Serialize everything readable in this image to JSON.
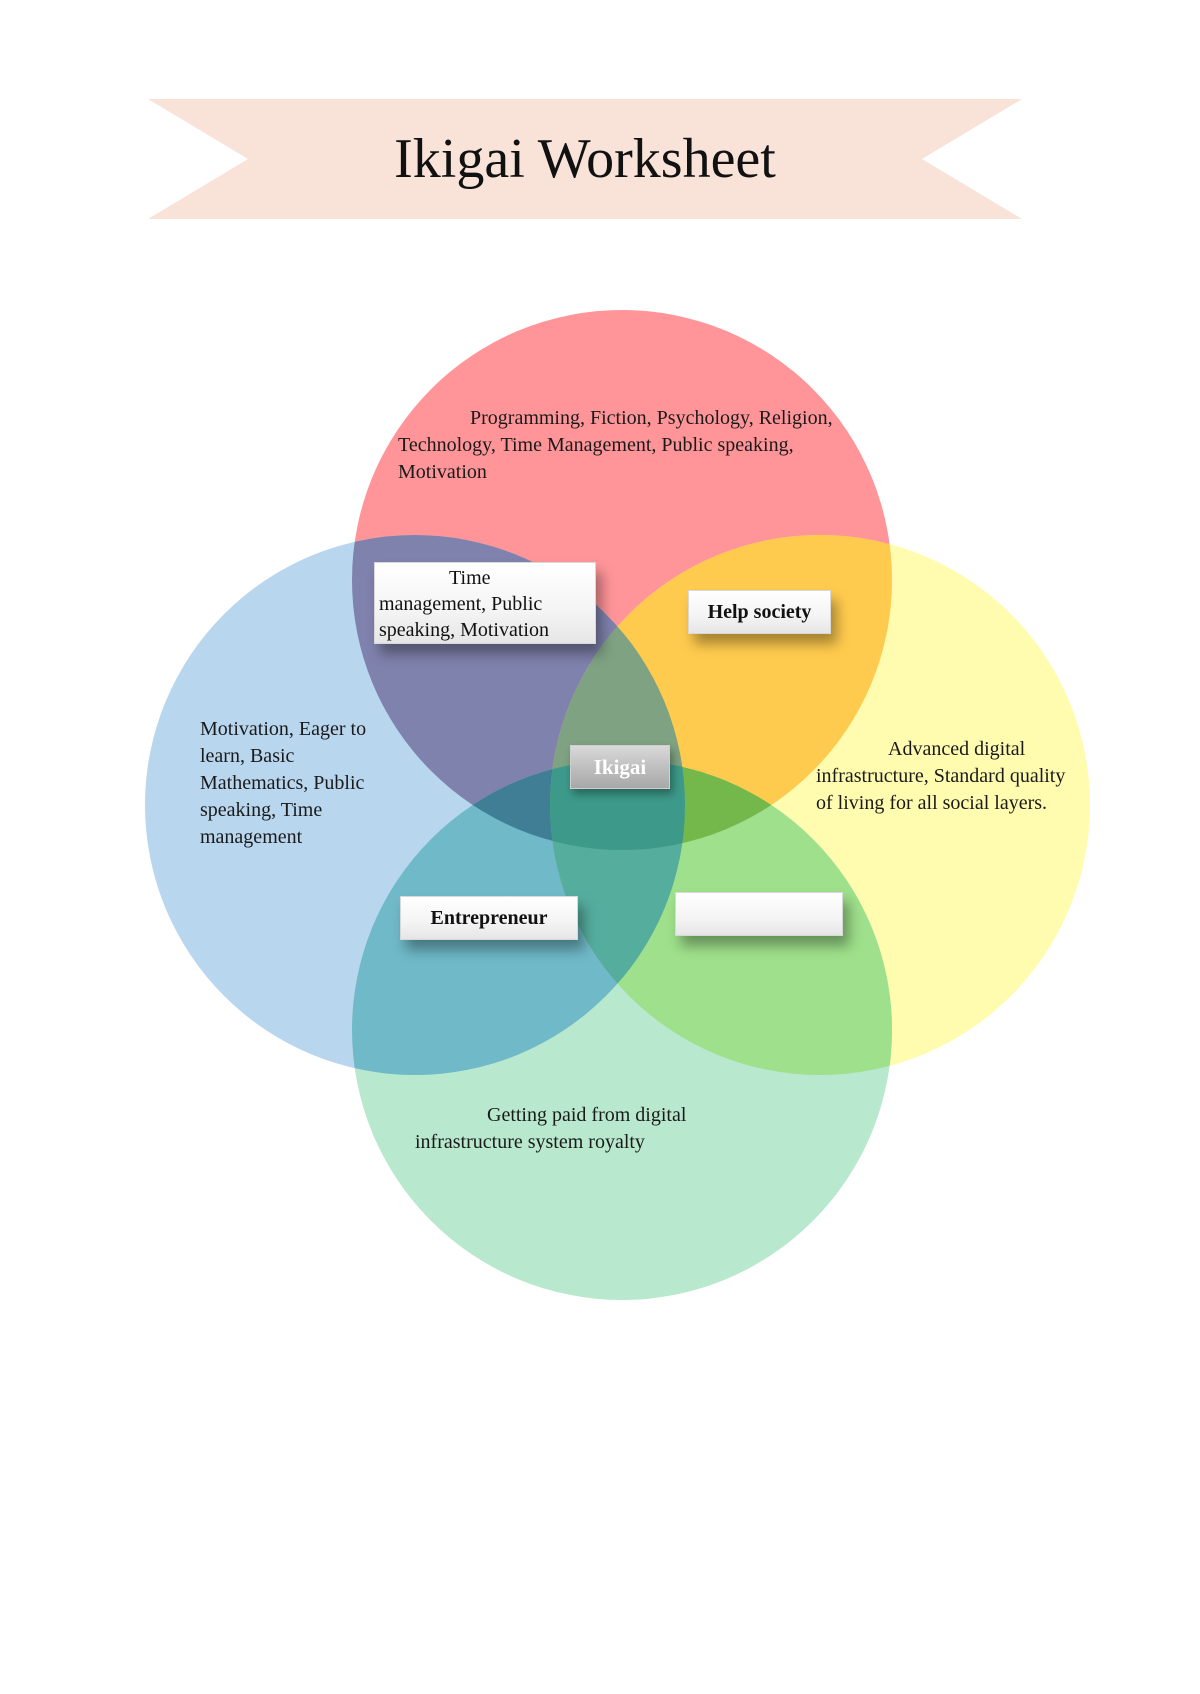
{
  "title": "Ikigai Worksheet",
  "colors": {
    "banner": "#f9e3d9",
    "love": "#ff8c90",
    "good_at": "#b3d3ee",
    "world_needs": "#fffba8",
    "paid_for": "#b2e6c9"
  },
  "circles": {
    "love_text": "Programming, Fiction, Psychology, Religion, Technology, Time Management, Public speaking, Motivation",
    "good_at_text": "Motivation, Eager to learn, Basic Mathematics, Public speaking, Time management",
    "world_needs_text": "Advanced digital infrastructure, Standard quality of living for all social layers.",
    "paid_for_text": "Getting paid from digital infrastructure system royalty"
  },
  "intersections": {
    "passion": "Time management, Public speaking, Motivation",
    "mission": "Help society",
    "profession": "Entrepreneur",
    "vocation": "",
    "center": "Ikigai"
  }
}
